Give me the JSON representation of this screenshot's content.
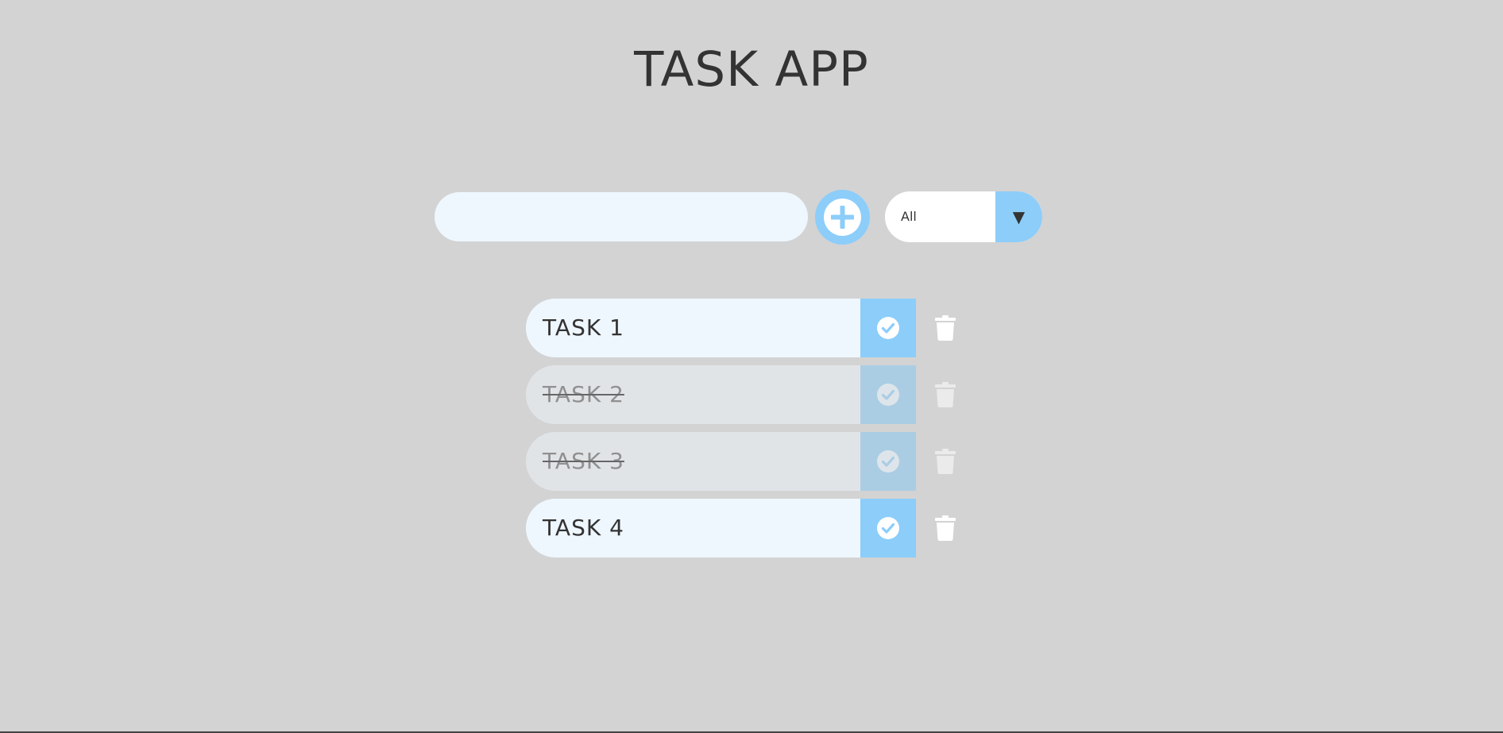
{
  "header": {
    "title": "TASK APP"
  },
  "form": {
    "input_value": "",
    "input_placeholder": "",
    "add_icon": "plus-circle-icon",
    "filter_selected": "All",
    "filter_arrow": "▼"
  },
  "tasks": [
    {
      "text": "TASK 1",
      "completed": false
    },
    {
      "text": "TASK 2",
      "completed": true
    },
    {
      "text": "TASK 3",
      "completed": true
    },
    {
      "text": "TASK 4",
      "completed": false
    }
  ],
  "icons": {
    "complete": "check-circle-icon",
    "delete": "trash-icon"
  },
  "colors": {
    "background": "#d3d3d3",
    "accent": "#8ccdfa",
    "task_background": "#eff7fe",
    "task_done_background": "#e1e4e7",
    "title_text": "#333333"
  }
}
